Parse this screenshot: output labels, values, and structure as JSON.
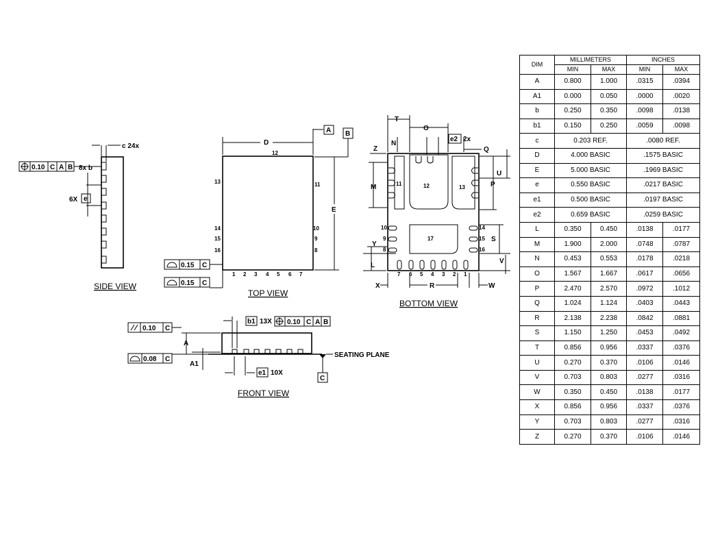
{
  "views": {
    "side": "SIDE VIEW",
    "top": "TOP VIEW",
    "bottom": "BOTTOM VIEW",
    "front": "FRONT VIEW"
  },
  "side_view": {
    "c_label": "c 24x",
    "fcf_tol": "0.10",
    "fcf_a": "C",
    "fcf_b": "A",
    "fcf_c": "B",
    "pitch_label": "8x b",
    "six_x": "6X",
    "e_box": "e"
  },
  "top_view": {
    "datum_a": "A",
    "datum_b": "B",
    "d_label": "D",
    "e_label": "E",
    "pin12": "12",
    "pin13": "13",
    "pin11": "11",
    "pin14": "14",
    "pin10": "10",
    "pin15": "15",
    "pin9": "9",
    "pin16": "16",
    "pin8": "8",
    "bottom_pins": [
      "1",
      "2",
      "3",
      "4",
      "5",
      "6",
      "7"
    ],
    "flat1_tol": "0.15",
    "flat1_ref": "C",
    "flat2_tol": "0.15",
    "flat2_ref": "C"
  },
  "bottom_view": {
    "t": "T",
    "o": "O",
    "e2": "e2",
    "e2_count": "2x",
    "z": "Z",
    "n": "N",
    "q": "Q",
    "u": "U",
    "m": "M",
    "p": "P",
    "pad11": "11",
    "pad12": "12",
    "pad13": "13",
    "pad17": "17",
    "pin10": "10",
    "pin9": "9",
    "pin8": "8",
    "pin14": "14",
    "pin15": "15",
    "pin16": "16",
    "s": "S",
    "y": "Y",
    "l": "L",
    "v": "V",
    "bottom_pins": [
      "7",
      "6",
      "5",
      "4",
      "3",
      "2",
      "1"
    ],
    "x": "X",
    "r": "R",
    "w": "W"
  },
  "front_view": {
    "b1": "b1",
    "b1_count": "13X",
    "fcf_tol": "0.10",
    "fcf_a": "C",
    "fcf_b": "A",
    "fcf_c": "B",
    "par_tol": "0.10",
    "par_ref": "C",
    "flat_tol": "0.08",
    "flat_ref": "C",
    "a": "A",
    "a1": "A1",
    "seating": "SEATING PLANE",
    "datum_c": "C",
    "e1": "e1",
    "e1_count": "10X"
  },
  "table": {
    "dim_header": "DIM",
    "mm_header": "MILLIMETERS",
    "in_header": "INCHES",
    "min": "MIN",
    "max": "MAX",
    "rows": [
      {
        "dim": "A",
        "mm_min": "0.800",
        "mm_max": "1.000",
        "in_min": ".0315",
        "in_max": ".0394"
      },
      {
        "dim": "A1",
        "mm_min": "0.000",
        "mm_max": "0.050",
        "in_min": ".0000",
        "in_max": ".0020"
      },
      {
        "dim": "b",
        "mm_min": "0.250",
        "mm_max": "0.350",
        "in_min": ".0098",
        "in_max": ".0138"
      },
      {
        "dim": "b1",
        "mm_min": "0.150",
        "mm_max": "0.250",
        "in_min": ".0059",
        "in_max": ".0098"
      },
      {
        "dim": "c",
        "mm_span": "0.203  REF.",
        "in_span": ".0080  REF."
      },
      {
        "dim": "D",
        "mm_span": "4.000  BASIC",
        "in_span": ".1575  BASIC"
      },
      {
        "dim": "E",
        "mm_span": "5.000  BASIC",
        "in_span": ".1969  BASIC"
      },
      {
        "dim": "e",
        "mm_span": "0.550  BASIC",
        "in_span": ".0217  BASIC"
      },
      {
        "dim": "e1",
        "mm_span": "0.500  BASIC",
        "in_span": ".0197  BASIC"
      },
      {
        "dim": "e2",
        "mm_span": "0.659  BASIC",
        "in_span": ".0259  BASIC"
      },
      {
        "dim": "L",
        "mm_min": "0.350",
        "mm_max": "0.450",
        "in_min": ".0138",
        "in_max": ".0177"
      },
      {
        "dim": "M",
        "mm_min": "1.900",
        "mm_max": "2.000",
        "in_min": ".0748",
        "in_max": ".0787"
      },
      {
        "dim": "N",
        "mm_min": "0.453",
        "mm_max": "0.553",
        "in_min": ".0178",
        "in_max": ".0218"
      },
      {
        "dim": "O",
        "mm_min": "1.567",
        "mm_max": "1.667",
        "in_min": ".0617",
        "in_max": ".0656"
      },
      {
        "dim": "P",
        "mm_min": "2.470",
        "mm_max": "2.570",
        "in_min": ".0972",
        "in_max": ".1012"
      },
      {
        "dim": "Q",
        "mm_min": "1.024",
        "mm_max": "1.124",
        "in_min": ".0403",
        "in_max": ".0443"
      },
      {
        "dim": "R",
        "mm_min": "2.138",
        "mm_max": "2.238",
        "in_min": ".0842",
        "in_max": ".0881"
      },
      {
        "dim": "S",
        "mm_min": "1.150",
        "mm_max": "1.250",
        "in_min": ".0453",
        "in_max": ".0492"
      },
      {
        "dim": "T",
        "mm_min": "0.856",
        "mm_max": "0.956",
        "in_min": ".0337",
        "in_max": ".0376"
      },
      {
        "dim": "U",
        "mm_min": "0.270",
        "mm_max": "0.370",
        "in_min": ".0106",
        "in_max": ".0146"
      },
      {
        "dim": "V",
        "mm_min": "0.703",
        "mm_max": "0.803",
        "in_min": ".0277",
        "in_max": ".0316"
      },
      {
        "dim": "W",
        "mm_min": "0.350",
        "mm_max": "0.450",
        "in_min": ".0138",
        "in_max": ".0177"
      },
      {
        "dim": "X",
        "mm_min": "0.856",
        "mm_max": "0.956",
        "in_min": ".0337",
        "in_max": ".0376"
      },
      {
        "dim": "Y",
        "mm_min": "0.703",
        "mm_max": "0.803",
        "in_min": ".0277",
        "in_max": ".0316"
      },
      {
        "dim": "Z",
        "mm_min": "0.270",
        "mm_max": "0.370",
        "in_min": ".0106",
        "in_max": ".0146"
      }
    ]
  }
}
